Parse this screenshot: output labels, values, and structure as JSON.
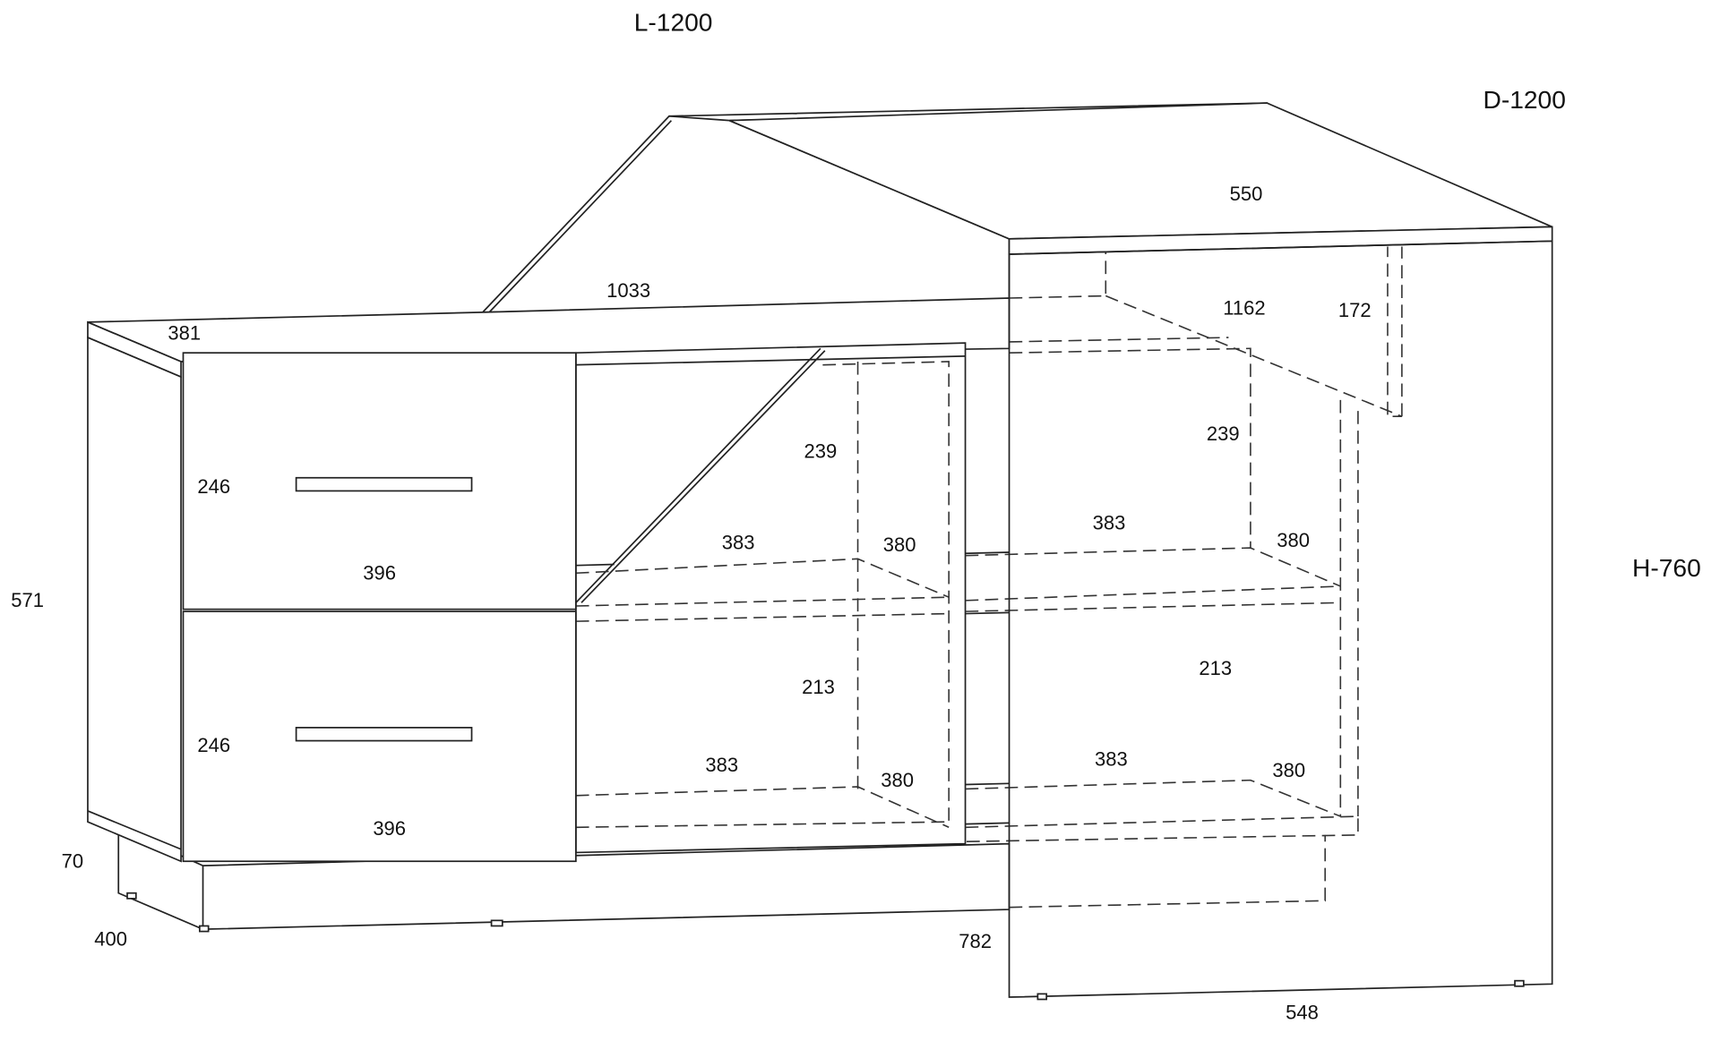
{
  "overall": {
    "length": "L-1200",
    "depth": "D-1200",
    "height": "H-760"
  },
  "dimensions": {
    "desk_top_depth": "550",
    "cabinet_top_length": "1033",
    "cabinet_depth": "381",
    "desk_diagonal": "1162",
    "desk_panel": "172",
    "drawer_height_top": "246",
    "drawer_width_top": "396",
    "drawer_height_bottom": "246",
    "drawer_width_bottom": "396",
    "cabinet_height": "571",
    "plinth_height": "70",
    "plinth_depth": "400",
    "base_length": "782",
    "leg_depth": "548",
    "left_upper_height": "239",
    "left_upper_width": "383",
    "left_upper_depth": "380",
    "left_lower_height": "213",
    "left_lower_width": "383",
    "left_lower_depth": "380",
    "right_upper_height": "239",
    "right_upper_width": "383",
    "right_upper_depth": "380",
    "right_lower_height": "213",
    "right_lower_width": "383",
    "right_lower_depth": "380"
  }
}
